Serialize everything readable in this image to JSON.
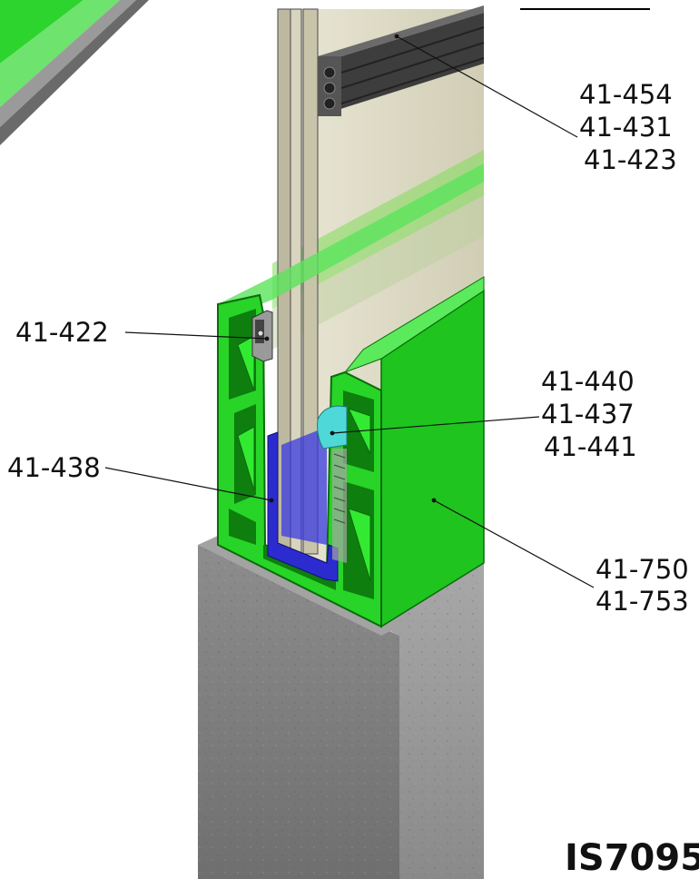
{
  "callouts": {
    "top_right": [
      "41-454",
      "41-431",
      "41-423"
    ],
    "left_upper": "41-422",
    "right_middle": [
      "41-440",
      "41-437",
      "41-441"
    ],
    "left_lower": "41-438",
    "right_lower": [
      "41-750",
      "41-753"
    ]
  },
  "document_id": "IS7095",
  "colors": {
    "profile_green": "#22e022",
    "profile_edge": "#0b6b0b",
    "gasket_blue": "#2b2bd0",
    "wedge_cyan": "#4fd8d8",
    "glass_tint": "#cfcbb0",
    "concrete": "#8f8f8f",
    "frame_line": "#000000"
  }
}
